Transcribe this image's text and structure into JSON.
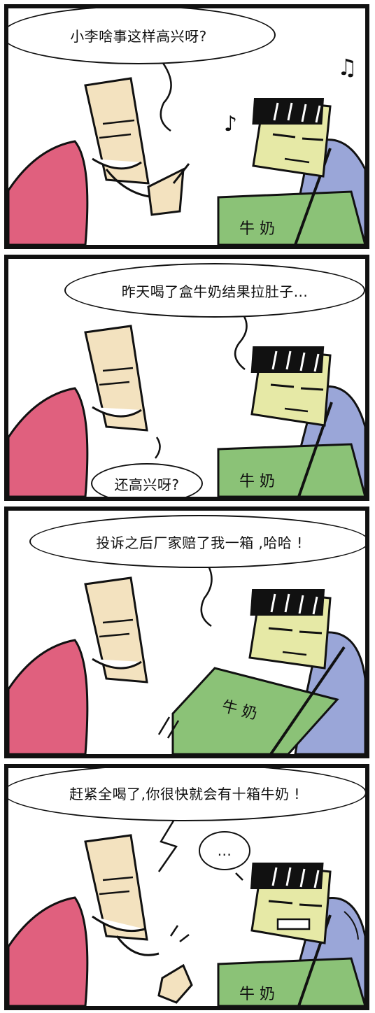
{
  "colors": {
    "panel_border": "#111111",
    "boss_coat": "#e0607e",
    "boss_face": "#f3e2bf",
    "worker_face": "#e6e9a6",
    "worker_coat": "#9aa6d8",
    "milk_box": "#8bc277",
    "hair": "#111111"
  },
  "panels": [
    {
      "speech": "小李啥事这样高兴呀?",
      "box_label": "牛 奶",
      "music_notes": [
        "♫",
        "♪"
      ]
    },
    {
      "speech": "昨天喝了盒牛奶结果拉肚子...",
      "reply": "还高兴呀?",
      "box_label": "牛 奶"
    },
    {
      "speech": "投诉之后厂家赔了我一箱 ,哈哈 !",
      "box_label": "牛 奶"
    },
    {
      "speech": "赶紧全喝了,你很快就会有十箱牛奶 !",
      "thought": "...",
      "box_label": "牛 奶"
    }
  ]
}
